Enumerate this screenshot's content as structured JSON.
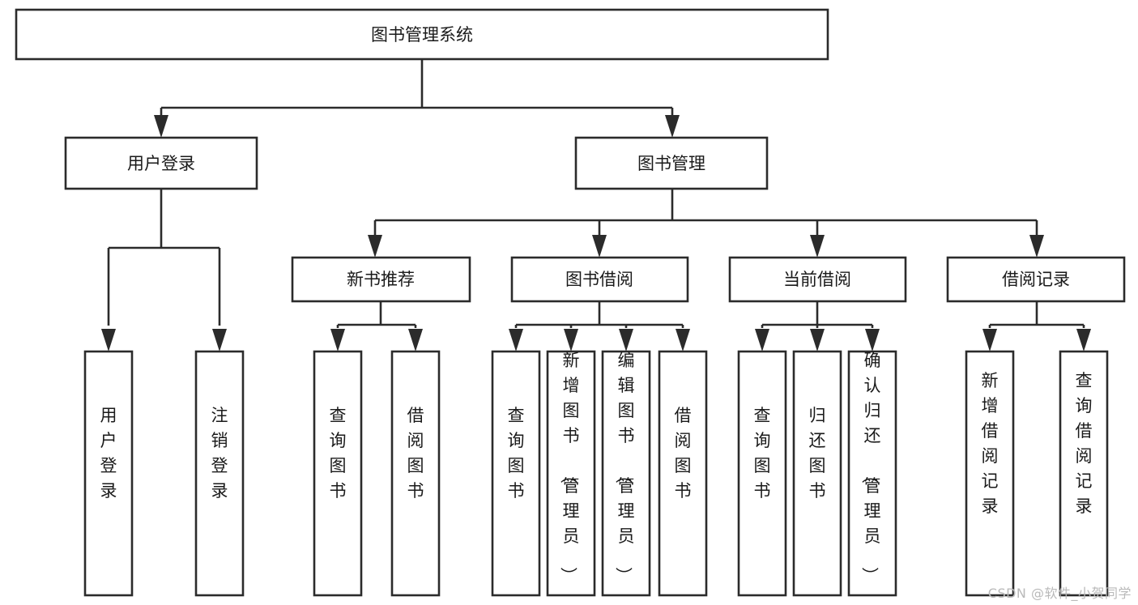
{
  "diagram": {
    "title": "图书管理系统",
    "type": "hierarchy-tree",
    "colors": {
      "stroke": "#2b2b2b",
      "fill": "#ffffff",
      "text": "#1a1a1a",
      "watermark": "#b9b9b9"
    },
    "root": {
      "label": "图书管理系统",
      "orientation": "horizontal"
    },
    "level2": [
      {
        "label": "用户登录",
        "orientation": "horizontal"
      },
      {
        "label": "图书管理",
        "orientation": "horizontal"
      }
    ],
    "level3": [
      {
        "label": "新书推荐",
        "orientation": "horizontal",
        "parent": "图书管理"
      },
      {
        "label": "图书借阅",
        "orientation": "horizontal",
        "parent": "图书管理"
      },
      {
        "label": "当前借阅",
        "orientation": "horizontal",
        "parent": "图书管理"
      },
      {
        "label": "借阅记录",
        "orientation": "horizontal",
        "parent": "图书管理"
      }
    ],
    "leaves": {
      "用户登录": [
        {
          "label": "用户登录",
          "orientation": "vertical"
        },
        {
          "label": "注销登录",
          "orientation": "vertical"
        }
      ],
      "新书推荐": [
        {
          "label": "查询图书",
          "orientation": "vertical"
        },
        {
          "label": "借阅图书",
          "orientation": "vertical"
        }
      ],
      "图书借阅": [
        {
          "label": "查询图书",
          "orientation": "vertical"
        },
        {
          "label": "新增图书（管理员）",
          "orientation": "vertical"
        },
        {
          "label": "编辑图书（管理员）",
          "orientation": "vertical"
        },
        {
          "label": "借阅图书",
          "orientation": "vertical"
        }
      ],
      "当前借阅": [
        {
          "label": "查询图书",
          "orientation": "vertical"
        },
        {
          "label": "归还图书",
          "orientation": "vertical"
        },
        {
          "label": "确认归还（管理员）",
          "orientation": "vertical"
        }
      ],
      "借阅记录": [
        {
          "label": "新增借阅记录",
          "orientation": "vertical"
        },
        {
          "label": "查询借阅记录",
          "orientation": "vertical"
        }
      ]
    }
  },
  "watermark": {
    "text": "CSDN @软件_小贺同学"
  }
}
